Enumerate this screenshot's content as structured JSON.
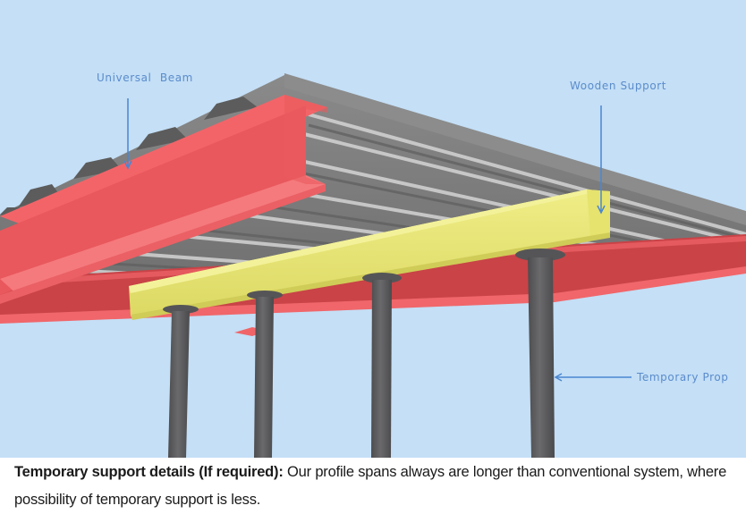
{
  "diagram": {
    "title": "Temporary support details",
    "background_color": "#c4dff6",
    "labels": [
      {
        "id": "universal_beam",
        "text": "Universal  Beam",
        "points_to": "red I-beam top flange"
      },
      {
        "id": "wooden_support",
        "text": "Wooden Support",
        "points_to": "yellow timber bearer end"
      },
      {
        "id": "temporary_prop",
        "text": "Temporary Prop",
        "points_to": "rightmost grey prop"
      }
    ],
    "label_color": "#5b8ccc",
    "components": {
      "universal_beam_color": "#ee5a5e",
      "decking_color": "#7d7d7d",
      "wooden_support_color": "#e8e67a",
      "prop_color": "#5a5a5c",
      "prop_count": 4
    }
  },
  "caption": {
    "bold": "Temporary support details (If required):",
    "text": " Our profile spans always are longer than conventional system, where possibility of temporary support is less."
  }
}
